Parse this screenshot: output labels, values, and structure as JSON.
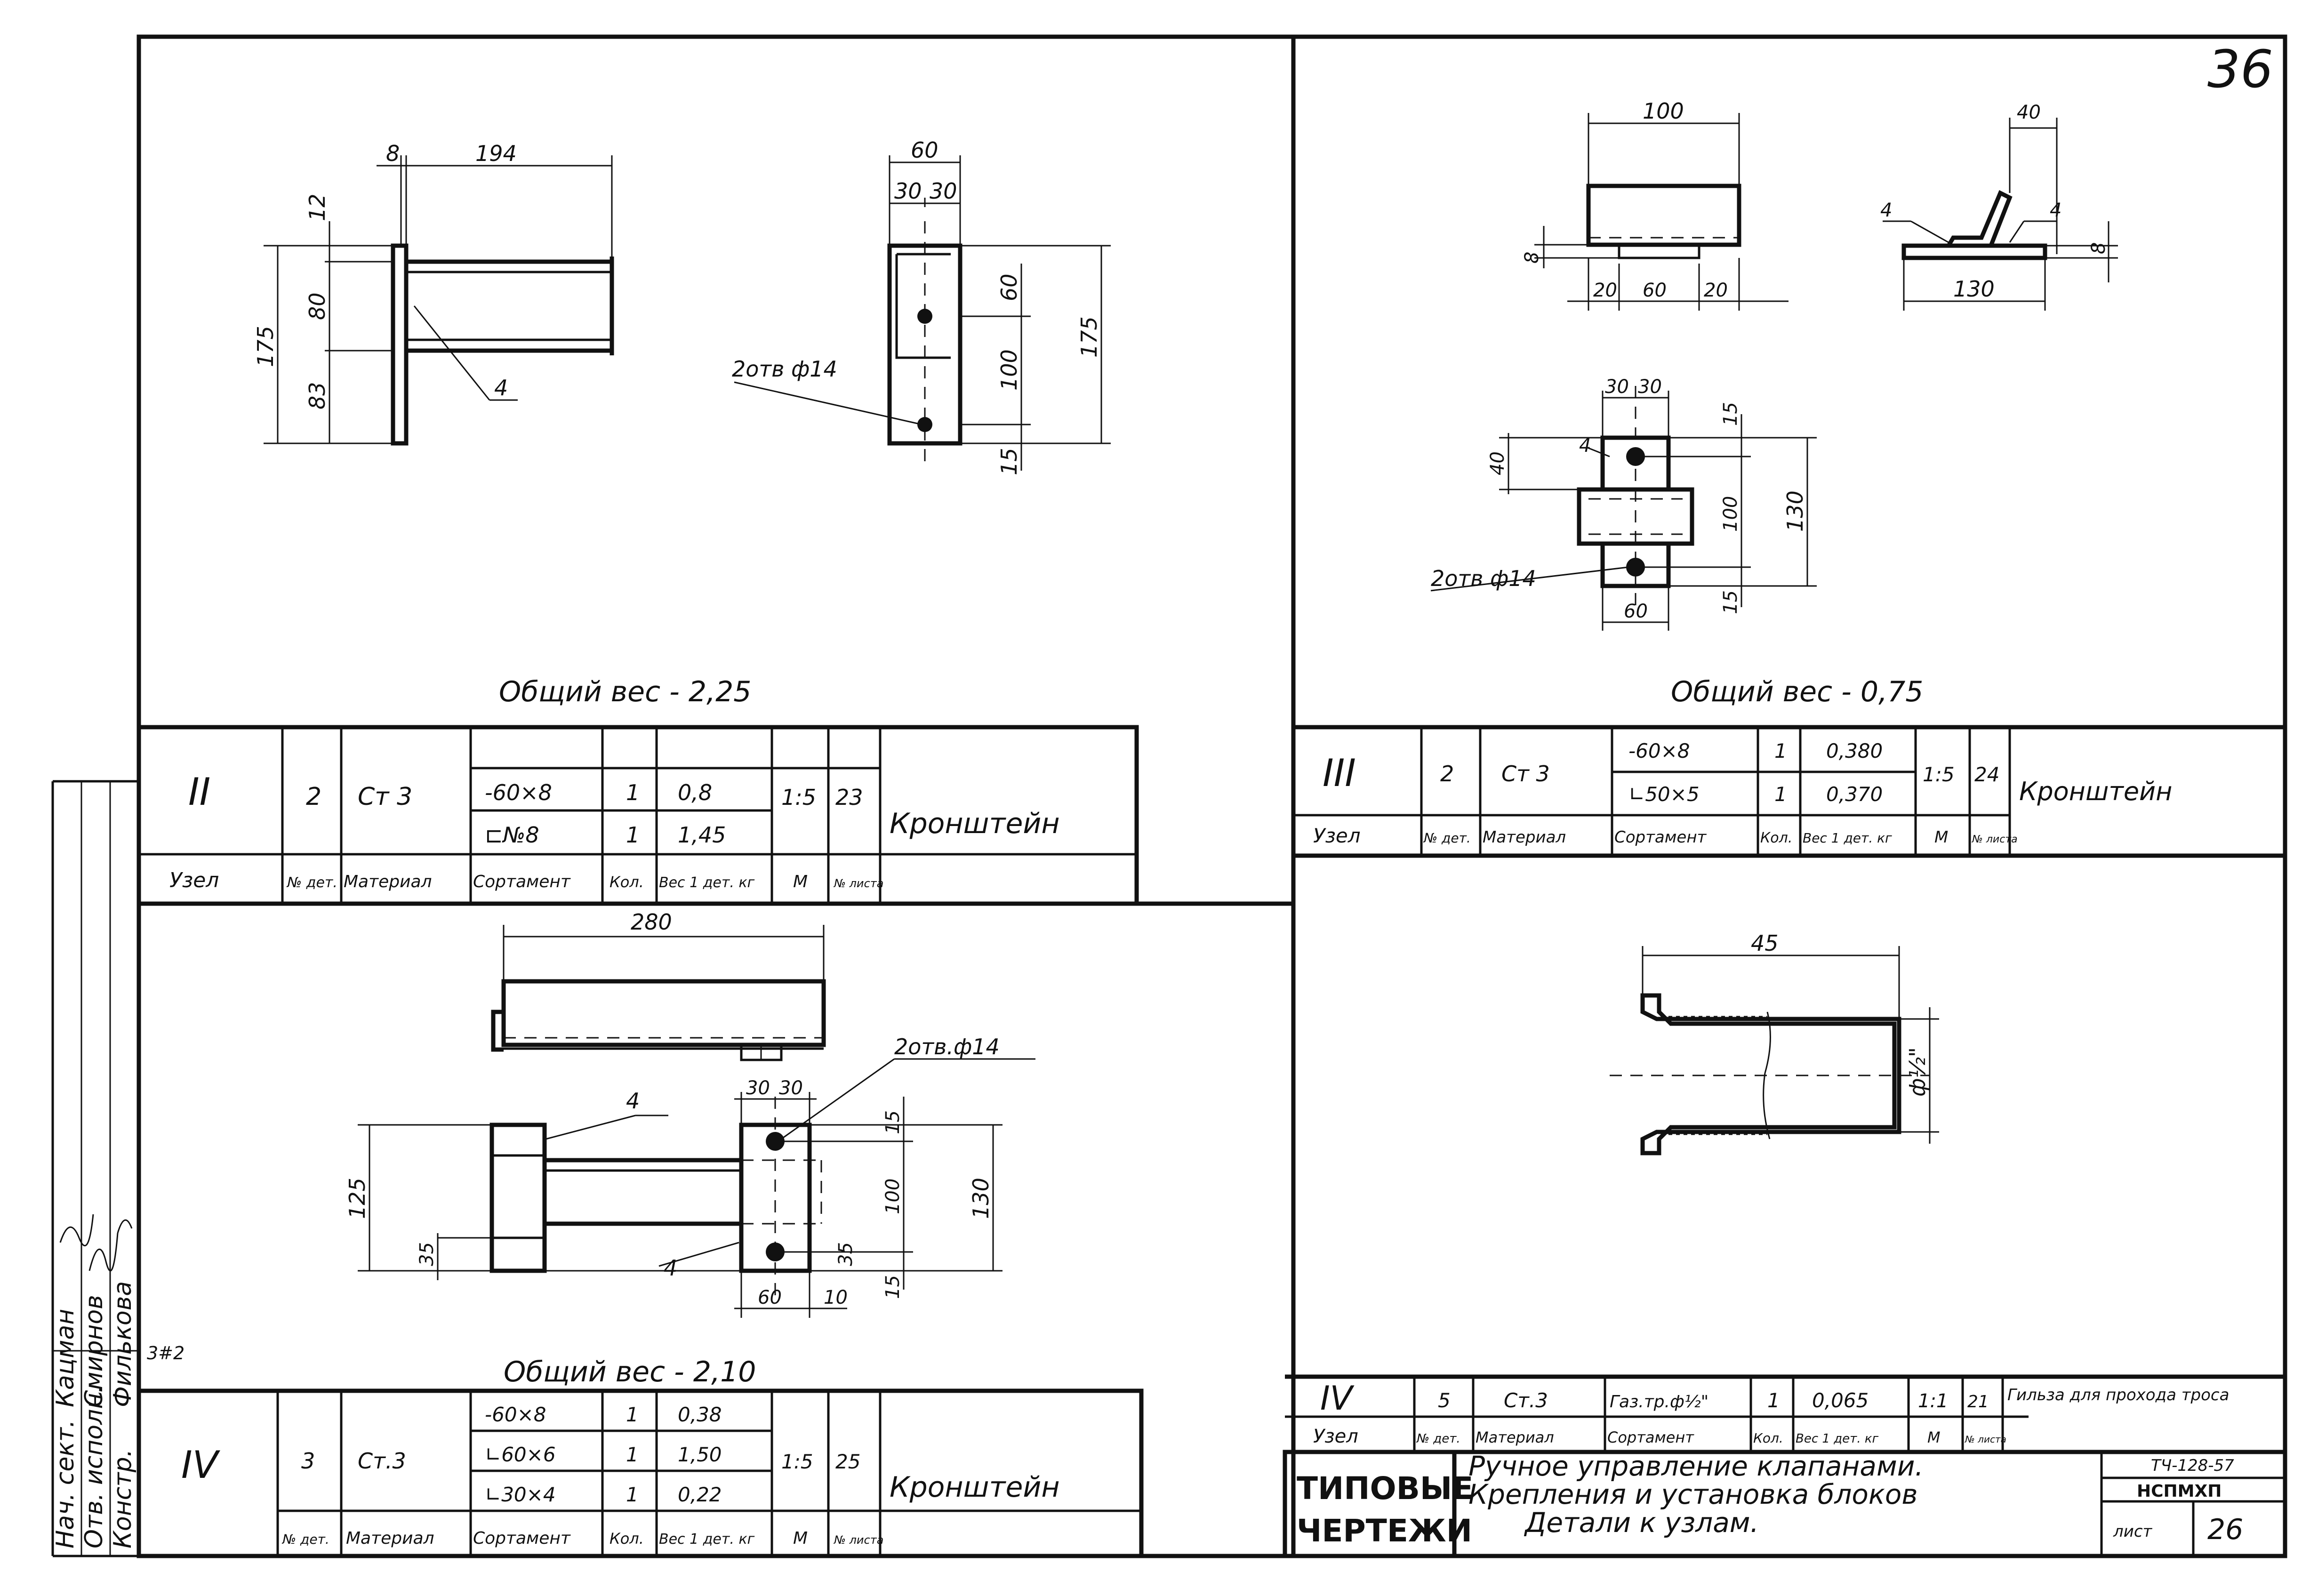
{
  "sheet_number_top": "36",
  "frame": {
    "typical_label_1": "ТИПОВЫЕ",
    "typical_label_2": "ЧЕРТЕЖИ",
    "title_line1": "Ручное управление клапанами.",
    "title_line2": "Крепления и установка блоков",
    "title_line3": "Детали к узлам.",
    "doc_code": "ТЧ-128-57",
    "org": "НСПМХП",
    "sheet_label": "лист",
    "sheet_number": "26"
  },
  "signatures": {
    "roles": [
      "Нач. сект.",
      "Отв. исполн.",
      "Констр."
    ],
    "names": [
      "Кацман",
      "Смирнов",
      "Филькова"
    ]
  },
  "table_headers": {
    "node": "Узел",
    "part_no": "№ дет.",
    "material": "Материал",
    "profile": "Сортамент",
    "qty": "Кол.",
    "weight": "Вес 1 дет. кг",
    "scale": "М",
    "sheet": "№ листа"
  },
  "nodes": [
    {
      "id": "II",
      "total_weight": "Общий вес - 2,25",
      "part_no": "2",
      "material": "Ст 3",
      "rows": [
        {
          "profile": "-60×8",
          "qty": "1",
          "weight": "0,8"
        },
        {
          "profile": "⊏№8",
          "qty": "1",
          "weight": "1,45"
        }
      ],
      "scale": "1:5",
      "sheet": "23",
      "name": "Кронштейн",
      "dims": {
        "d8": "8",
        "d194": "194",
        "d12": "12",
        "d80": "80",
        "d83": "83",
        "d175": "175",
        "leader4": "4",
        "d60": "60",
        "d30a": "30",
        "d30b": "30",
        "d60v": "60",
        "d100": "100",
        "d175b": "175",
        "d15": "15",
        "holes": "2отв ф14"
      }
    },
    {
      "id": "III",
      "total_weight": "Общий вес - 0,75",
      "part_no": "2",
      "material": "Ст 3",
      "rows": [
        {
          "profile": "-60×8",
          "qty": "1",
          "weight": "0,380"
        },
        {
          "profile": "∟50×5",
          "qty": "1",
          "weight": "0,370"
        }
      ],
      "scale": "1:5",
      "sheet": "24",
      "name": "Кронштейн",
      "dims": {
        "d100": "100",
        "d8": "8",
        "d20a": "20",
        "d60": "60",
        "d20b": "20",
        "d40": "40",
        "w4a": "4",
        "w4b": "4",
        "d8b": "8",
        "d130": "130",
        "d30a": "30",
        "d30b": "30",
        "d40b": "40",
        "w4c": "4",
        "d15": "15",
        "d100b": "100",
        "d130b": "130",
        "d15b": "15",
        "d60b": "60",
        "holes": "2отв ф14"
      }
    },
    {
      "id": "IV",
      "total_weight": "Общий вес - 2,10",
      "part_no": "3",
      "material": "Ст.3",
      "rows": [
        {
          "profile": "-60×8",
          "qty": "1",
          "weight": "0,38"
        },
        {
          "profile": "∟60×6",
          "qty": "1",
          "weight": "1,50"
        },
        {
          "profile": "∟30×4",
          "qty": "1",
          "weight": "0,22"
        }
      ],
      "scale": "1:5",
      "sheet": "25",
      "name": "Кронштейн",
      "dims": {
        "d280": "280",
        "holes": "2отв.ф14",
        "w4a": "4",
        "w4b": "4",
        "d30a": "30",
        "d30b": "30",
        "d125": "125",
        "d35": "35",
        "d15": "15",
        "d100": "100",
        "d130": "130",
        "d35b": "35",
        "d15b": "15",
        "d60": "60",
        "d10": "10",
        "margin_note": "3#2"
      }
    },
    {
      "id": "IV",
      "part_no": "5",
      "material": "Ст.3",
      "rows": [
        {
          "profile": "Газ.тр.ф½\"",
          "qty": "1",
          "weight": "0,065"
        }
      ],
      "scale": "1:1",
      "sheet": "21",
      "name": "Гильза для прохода троса",
      "dims": {
        "d45": "45",
        "dia": "ф½\""
      }
    }
  ]
}
